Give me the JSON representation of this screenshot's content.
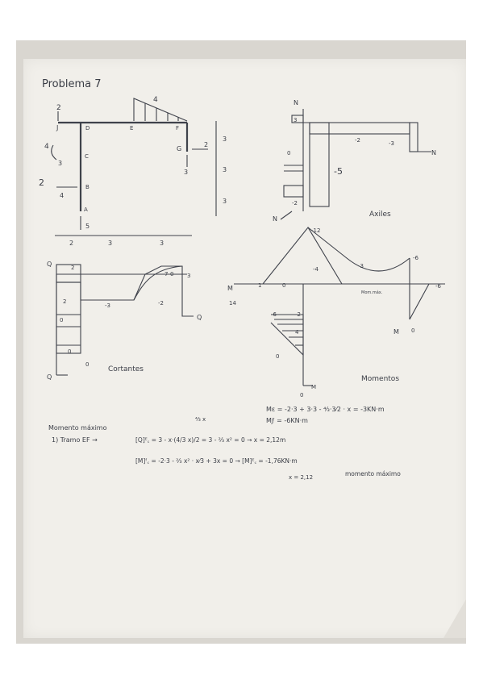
{
  "title": "Problema 7",
  "structure": {
    "loads": {
      "distributed_top": "4",
      "left_top": "2",
      "moment_c": "4",
      "c_left": "3",
      "force_b": "2",
      "b_left": "4",
      "reaction_a": "5",
      "force_g": "2",
      "reaction_g": "3"
    },
    "nodes": {
      "j": "J",
      "d": "D",
      "e": "E",
      "f": "F",
      "g": "G",
      "c": "C",
      "b": "B",
      "a": "A"
    },
    "dims_vertical": [
      "3",
      "3",
      "3"
    ],
    "dims_horizontal": [
      "2",
      "3",
      "3"
    ]
  },
  "axiles": {
    "caption": "Axiles",
    "n_top": "N",
    "n_right": "N",
    "n_bottom": "N",
    "v3": "3",
    "v0": "0",
    "v2": "-2",
    "v5": "-5",
    "vm2b": "-2",
    "vm3": "-3"
  },
  "cortantes": {
    "caption": "Cortantes",
    "q_tl": "Q",
    "q_r": "Q",
    "q_bl": "Q",
    "v2": "2",
    "v2b": "2",
    "vm3": "-3",
    "vm2": "-2",
    "v70": "7-0",
    "v3": "3",
    "v0a": "0",
    "v0b": "0",
    "v0c": "0"
  },
  "momentos": {
    "caption": "Momentos",
    "vm12": "-12",
    "vm4": "-4",
    "vm3": "-3",
    "vm6a": "-6",
    "vm6b": "-6",
    "v1": "1",
    "v0a": "0",
    "vmmax": "Mom.máx.",
    "vm6c": "-6",
    "vm2": "-2",
    "v4": "4",
    "v0b": "0",
    "v0c": "0",
    "m_left": "M",
    "m_right": "M",
    "m_bottom": "M",
    "zero_bottom": "0",
    "v14": "14"
  },
  "equations": {
    "me": "Mε = -2·3 + 3·3 - ⁴⁄₃·3⁄2 · x = -3KN·m",
    "mf": "Mϝ = -6KN·m",
    "heading": "Momento máximo",
    "tramo": "1) Tramo EF →",
    "q_eq": "[Q]ᴱ꜀ = 3 - x·(4/3 x)/2 = 3 - ²⁄₃ x² = 0   →   x = 2,12m",
    "frac_top": "⁴⁄₃ x",
    "m_eq": "[M]ᶠ꜀ = -2·3 - ²⁄₃ x² · x⁄3 + 3x = 0   →   [M]ᴱ꜀ = -1,76KN·m",
    "x_note": "x = 2,12",
    "result": "momento máximo"
  },
  "colors": {
    "ink": "#3a3d46",
    "paper": "#f1efea",
    "backdrop": "#d9d6d0"
  }
}
